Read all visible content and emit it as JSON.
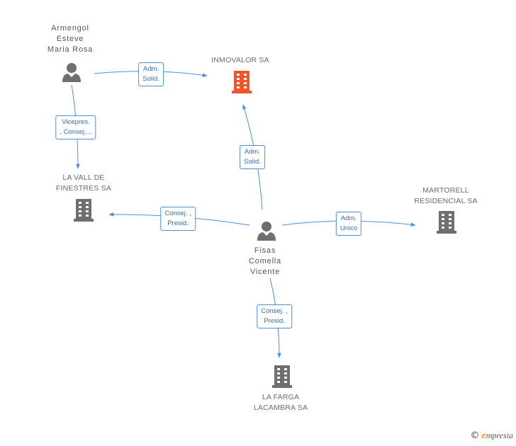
{
  "nodes": {
    "armengol": {
      "lines": [
        "Armengol",
        "Esteve",
        "Maria Rosa"
      ]
    },
    "inmovalor": {
      "lines": [
        "INMOVALOR SA"
      ]
    },
    "lavall": {
      "lines": [
        "LA VALL DE",
        "FINESTRES SA"
      ]
    },
    "martorell": {
      "lines": [
        "MARTORELL",
        "RESIDENCIAL SA"
      ]
    },
    "fisas": {
      "lines": [
        "Fisas",
        "Comella",
        "Vicente"
      ]
    },
    "lafarga": {
      "lines": [
        "LA FARGA",
        "LACAMBRA SA"
      ]
    }
  },
  "relations": {
    "armengol_inmovalor": {
      "lines": [
        "Adm.",
        "Solid."
      ]
    },
    "armengol_lavall": {
      "lines": [
        "Vicepres.",
        ", Consej...."
      ]
    },
    "fisas_inmovalor": {
      "lines": [
        "Adm.",
        "Solid."
      ]
    },
    "fisas_lavall": {
      "lines": [
        "Consej. ,",
        "Presid."
      ]
    },
    "fisas_martorell": {
      "lines": [
        "Adm.",
        "Unico"
      ]
    },
    "fisas_lafarga": {
      "lines": [
        "Consej. ,",
        "Presid."
      ]
    }
  },
  "colors": {
    "edge": "#4a90d9",
    "person_icon": "#6f6f6f",
    "company_icon": "#6f6f6f",
    "highlight_company_icon": "#f0552a"
  },
  "footer": {
    "copyright": "©",
    "brand_initial": "e",
    "brand_rest": "mpresia"
  }
}
